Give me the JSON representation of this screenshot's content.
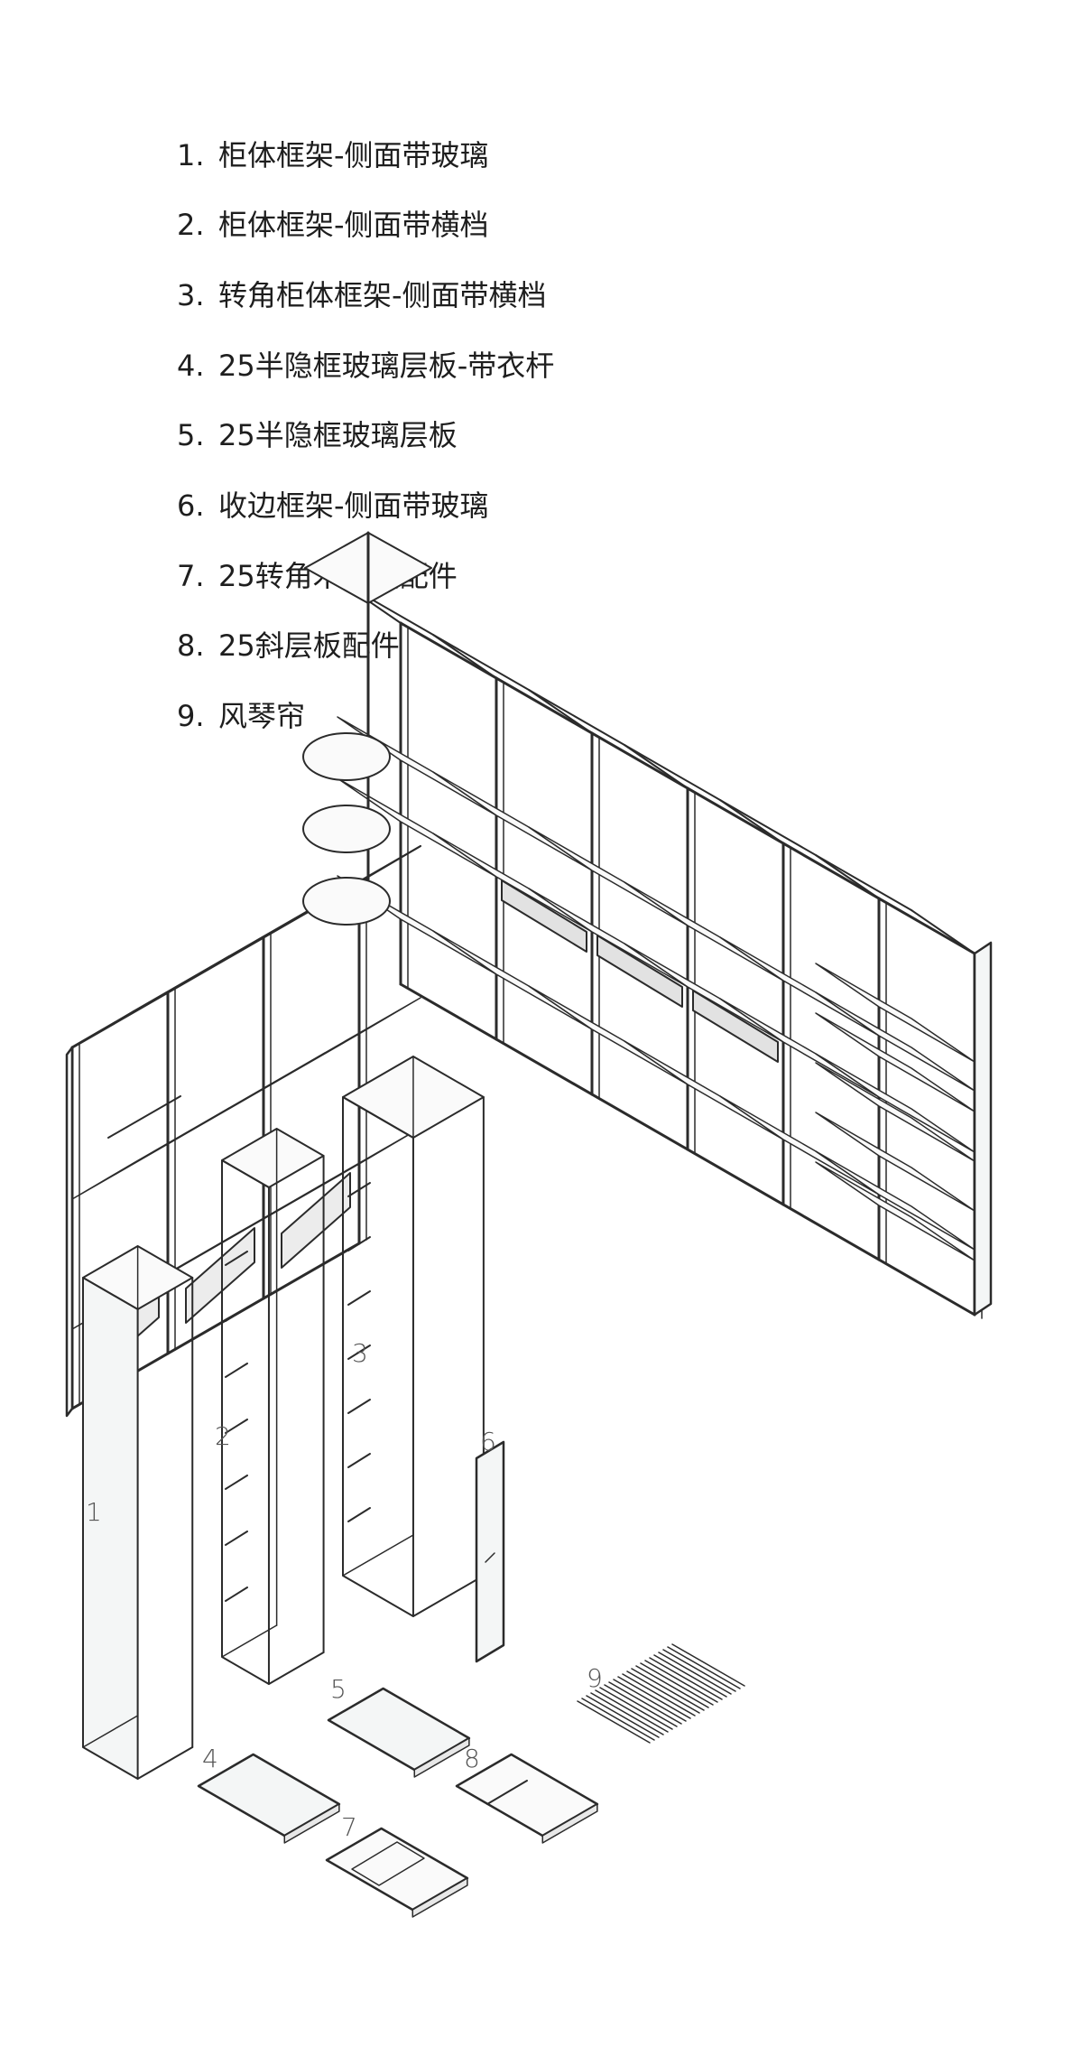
{
  "parts": [
    {
      "num": "1.",
      "label": "柜体框架-侧面带玻璃"
    },
    {
      "num": "2.",
      "label": "柜体框架-侧面带横档"
    },
    {
      "num": "3.",
      "label": "转角柜体框架-侧面带横档"
    },
    {
      "num": "4.",
      "label": "25半隐框玻璃层板-带衣杆"
    },
    {
      "num": "5.",
      "label": "25半隐框玻璃层板"
    },
    {
      "num": "6.",
      "label": "收边框架-侧面带玻璃"
    },
    {
      "num": "7.",
      "label": "25转角木层板配件"
    },
    {
      "num": "8.",
      "label": "25斜层板配件"
    },
    {
      "num": "9.",
      "label": "风琴帘"
    }
  ],
  "callouts": [
    "1",
    "2",
    "3",
    "4",
    "5",
    "6",
    "7",
    "8",
    "9"
  ],
  "colors": {
    "line": "#2b2b2b",
    "panel": "#fafafa",
    "glass": "#f4f6f6",
    "text": "#1e1e1e"
  }
}
